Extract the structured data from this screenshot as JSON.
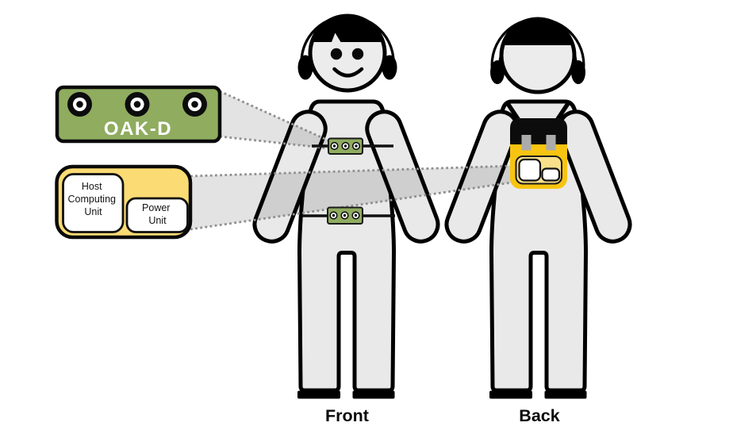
{
  "callouts": {
    "oakd": {
      "label": "OAK-D",
      "body_color": "#8FAC5F",
      "lens_count": 3
    },
    "host_power": {
      "body_color": "#FBDB73",
      "host_unit": {
        "label": "Host Computing Unit",
        "lines": [
          "Host",
          "Computing",
          "Unit"
        ]
      },
      "power_unit": {
        "label": "Power Unit",
        "lines": [
          "Power",
          "Unit"
        ]
      }
    }
  },
  "views": {
    "front": {
      "label": "Front"
    },
    "back": {
      "label": "Back"
    }
  },
  "devices": {
    "chest_camera_color": "#8FAC5F",
    "backpack_color": "#F7C411",
    "backpack_panel_color": "#FAE08A"
  },
  "figure_style": {
    "body_fill": "#E9E9E9",
    "outline_color": "#000000",
    "beam_dot_color": "#8F8F8F"
  }
}
